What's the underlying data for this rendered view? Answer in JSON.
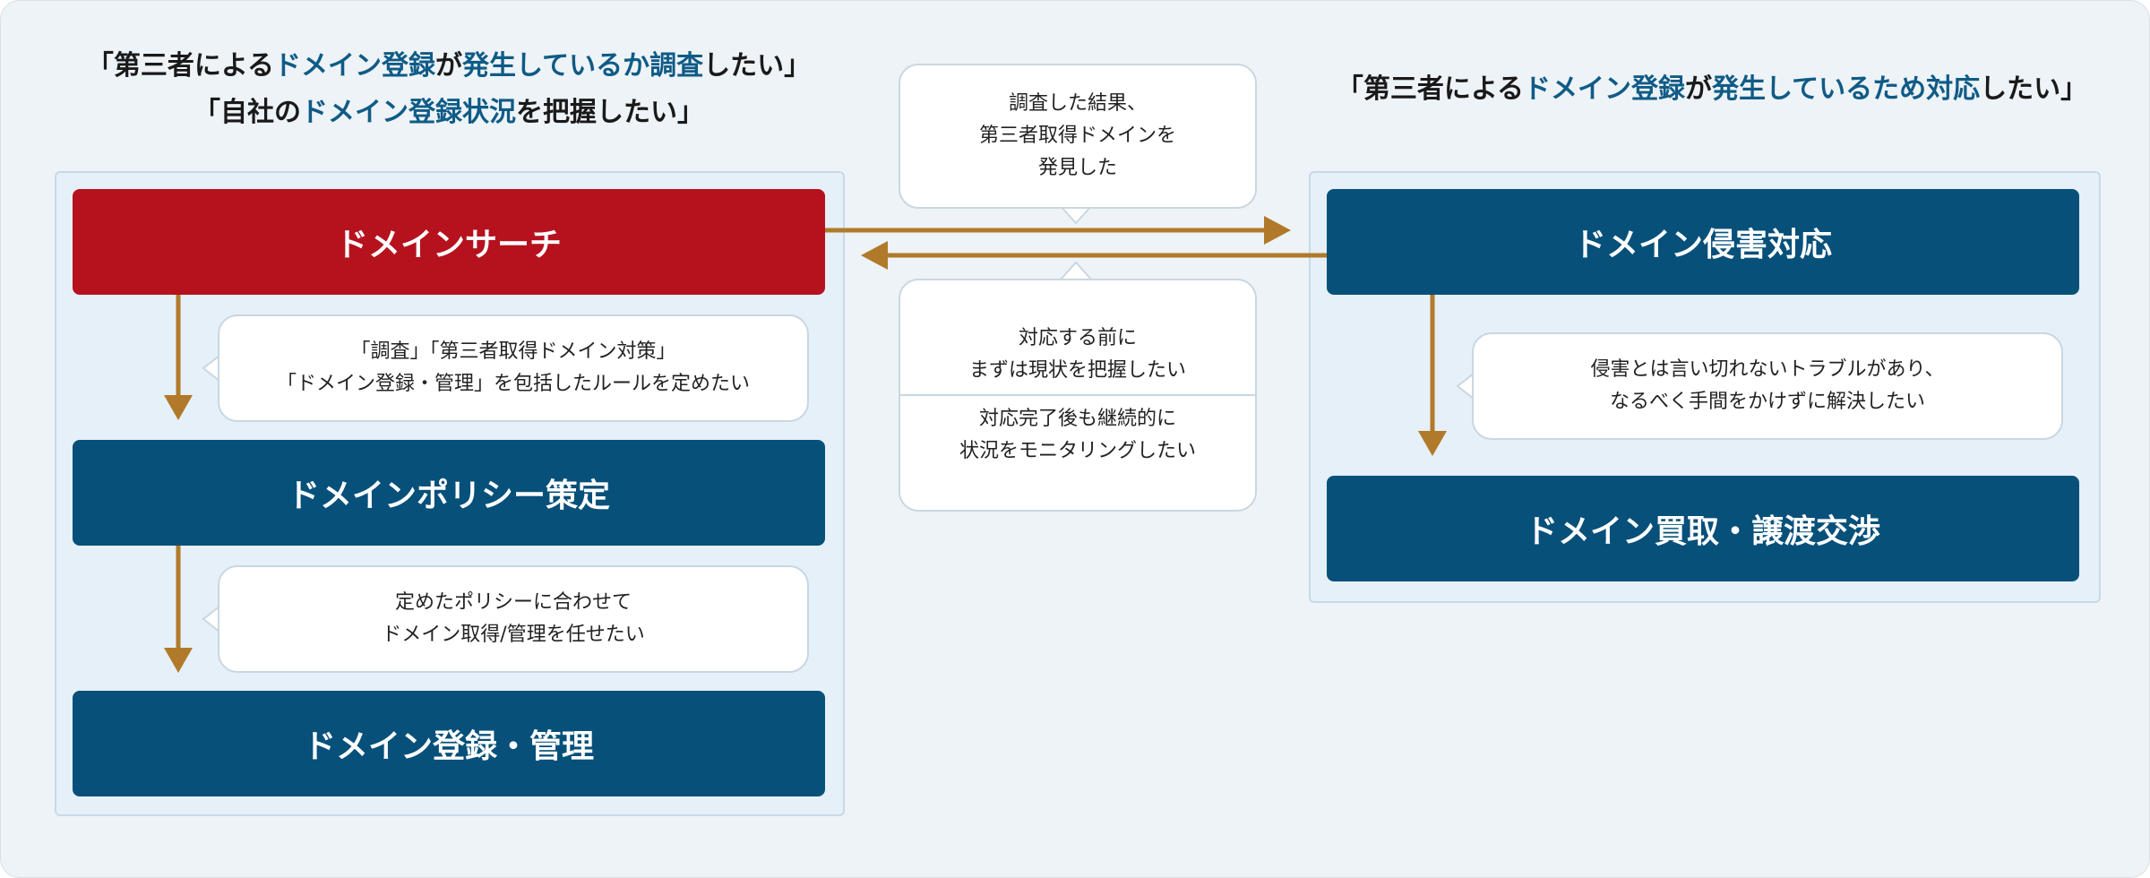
{
  "headings": {
    "left_line1": {
      "pre": "「第三者による",
      "hl": "ドメイン登録",
      "mid": "が",
      "hl2": "発生しているか調査",
      "post": "したい」"
    },
    "left_line2": {
      "pre": "「自社の",
      "hl": "ドメイン登録状況",
      "post": "を把握したい」"
    },
    "right": {
      "pre": "「第三者による",
      "hl": "ドメイン登録",
      "mid": "が",
      "hl2": "発生しているため対応",
      "post": "したい」"
    }
  },
  "boxes": {
    "domain_search": "ドメインサーチ",
    "domain_policy": "ドメインポリシー策定",
    "domain_registration": "ドメイン登録・管理",
    "domain_infringement": "ドメイン侵害対応",
    "domain_purchase": "ドメイン買取・譲渡交渉"
  },
  "bubbles": {
    "search_to_policy": [
      "「調査」「第三者取得ドメイン対策」",
      "「ドメイン登録・管理」を包括したルールを定めたい"
    ],
    "policy_to_registration": [
      "定めたポリシーに合わせて",
      "ドメイン取得/管理を任せたい"
    ],
    "search_result": [
      "調査した結果、",
      "第三者取得ドメインを",
      "発見した"
    ],
    "before_response": [
      "対応する前に",
      "まずは現状を把握したい"
    ],
    "after_response": [
      "対応完了後も継続的に",
      "状況をモニタリングしたい"
    ],
    "infringement_to_purchase": [
      "侵害とは言い切れないトラブルがあり、",
      "なるべく手間をかけずに解決したい"
    ]
  },
  "colors": {
    "accent_red": "#b5121e",
    "navy": "#07507a",
    "arrow": "#b07a2a",
    "highlight_text": "#0f5b86"
  }
}
